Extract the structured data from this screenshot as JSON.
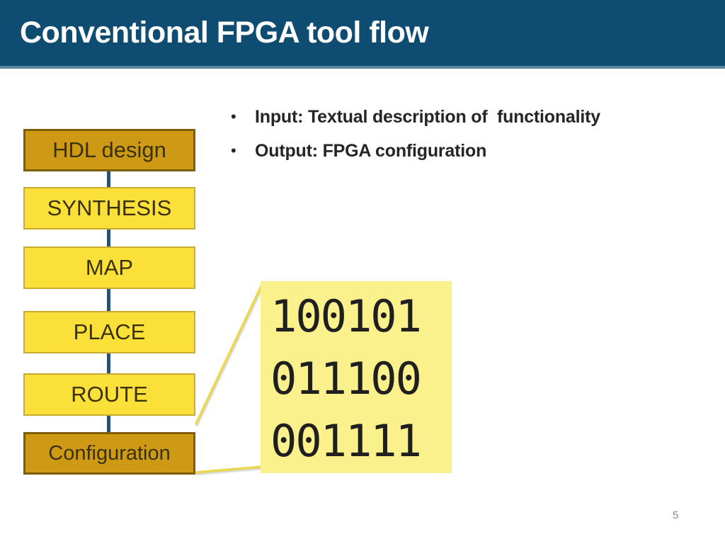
{
  "slide": {
    "title": "Conventional FPGA tool flow",
    "page_number": "5"
  },
  "bullets": {
    "marker": "•",
    "items": [
      {
        "text": "Input: Textual description of  functionality"
      },
      {
        "text": "Output: FPGA configuration"
      }
    ]
  },
  "flowchart": {
    "nodes": [
      {
        "label": "HDL design",
        "style": "gold"
      },
      {
        "label": "SYNTHESIS",
        "style": "yellow"
      },
      {
        "label": "MAP",
        "style": "yellow"
      },
      {
        "label": "PLACE",
        "style": "yellow"
      },
      {
        "label": "ROUTE",
        "style": "yellow"
      },
      {
        "label": "Configuration",
        "style": "gold"
      }
    ]
  },
  "binary_callout": {
    "lines": [
      "100101",
      "011100",
      "001111"
    ]
  },
  "colors": {
    "header_bg": "#0F4C72",
    "header_underline": "#5A88A0",
    "gold_fill": "#CE9A16",
    "gold_border": "#7E5E08",
    "yellow_fill": "#FBE03A",
    "yellow_border": "#C9AC2F",
    "connector_blue": "#1A567D",
    "callout_bg": "#FAF08C",
    "callout_line": "#EBD84F",
    "label_text": "#3A3108",
    "body_text": "#252525",
    "page_number_gray": "#8A8A8A"
  }
}
